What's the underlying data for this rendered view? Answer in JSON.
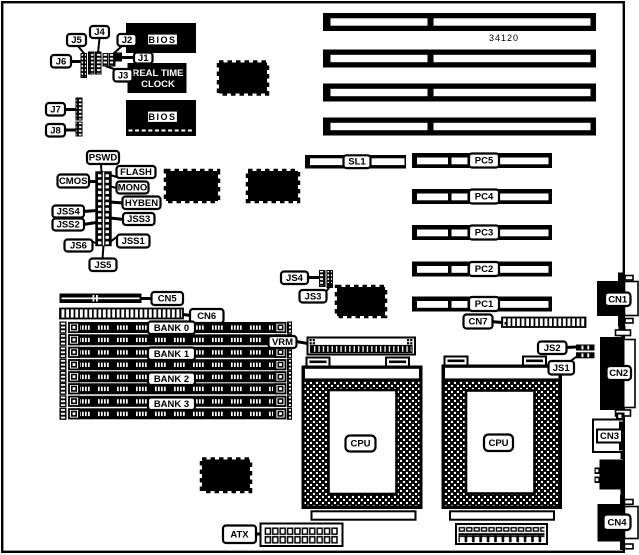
{
  "diagram": {
    "type": "motherboard-layout-diagram",
    "part_number": "34120"
  },
  "colors": {
    "ink": "#000000",
    "paper": "#ffffff"
  },
  "chips": {
    "bios_top": "BIOS",
    "bios_bottom": "BIOS",
    "rtc_line1": "REAL TIME",
    "rtc_line2": "CLOCK"
  },
  "jumpers": {
    "j1": "J1",
    "j2": "J2",
    "j3": "J3",
    "j4": "J4",
    "j5": "J5",
    "j6": "J6",
    "j7": "J7",
    "j8": "J8",
    "pswd": "PSWD",
    "flash": "FLASH",
    "cmos": "CMOS",
    "mono": "MONO",
    "hyben": "HYBEN",
    "jss1": "JSS1",
    "jss2": "JSS2",
    "jss3": "JSS3",
    "jss4": "JSS4",
    "js1": "JS1",
    "js2": "JS2",
    "js3": "JS3",
    "js4": "JS4",
    "js5": "JS5",
    "js6": "JS6"
  },
  "slots": {
    "sl1": "SL1",
    "pc1": "PC1",
    "pc2": "PC2",
    "pc3": "PC3",
    "pc4": "PC4",
    "pc5": "PC5"
  },
  "memory": {
    "bank0": "BANK 0",
    "bank1": "BANK 1",
    "bank2": "BANK 2",
    "bank3": "BANK 3"
  },
  "connectors": {
    "cn1": "CN1",
    "cn2": "CN2",
    "cn3": "CN3",
    "cn4": "CN4",
    "cn5": "CN5",
    "cn6": "CN6",
    "cn7": "CN7",
    "atx": "ATX",
    "vrm": "VRM"
  },
  "processors": {
    "cpu1": "CPU",
    "cpu2": "CPU"
  }
}
